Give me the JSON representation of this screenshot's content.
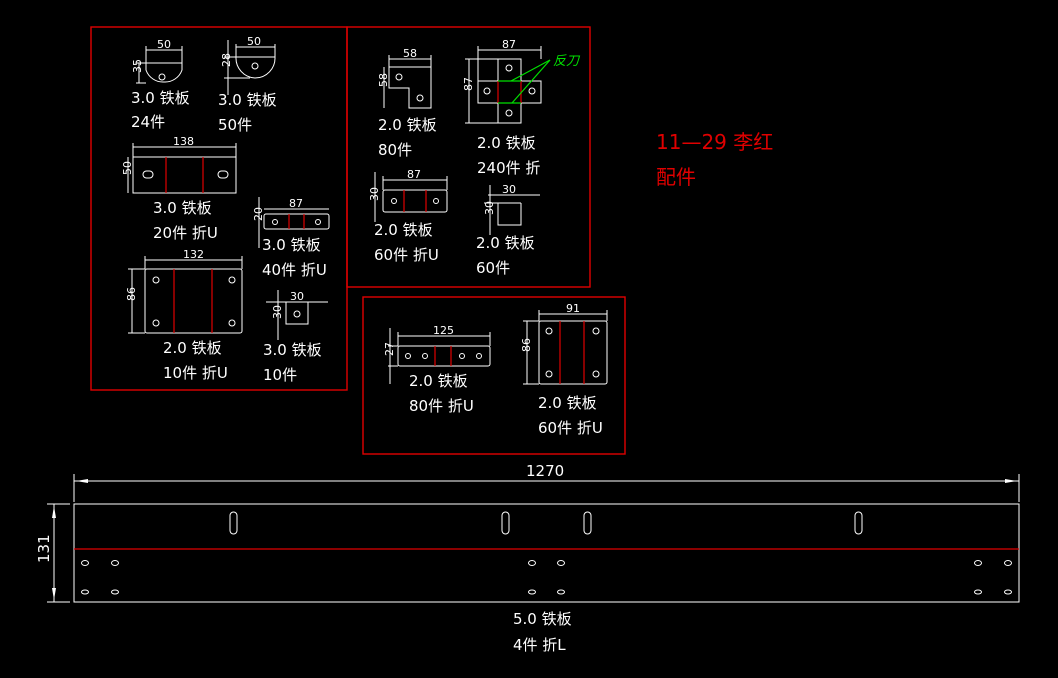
{
  "colors": {
    "background": "#000000",
    "outline": "#ffffff",
    "fold_line": "#e00000",
    "frame": "#e00000",
    "annotation": "#00e000"
  },
  "note": {
    "line1": "11—29  李红",
    "line2": "配件"
  },
  "parts": [
    {
      "id": "p1",
      "dims": {
        "w": "50",
        "h": "35"
      },
      "spec": "3.0 铁板",
      "qty": "24件"
    },
    {
      "id": "p2",
      "dims": {
        "w": "50",
        "h": "28"
      },
      "spec": "3.0 铁板",
      "qty": "50件"
    },
    {
      "id": "p3",
      "dims": {
        "w": "138",
        "h": "50"
      },
      "spec": "3.0 铁板",
      "qty": "20件 折U"
    },
    {
      "id": "p4",
      "dims": {
        "w": "87",
        "h": "20"
      },
      "spec": "3.0 铁板",
      "qty": "40件 折U"
    },
    {
      "id": "p5",
      "dims": {
        "w": "132",
        "h": "86"
      },
      "spec": "2.0 铁板",
      "qty": "10件 折U"
    },
    {
      "id": "p6",
      "dims": {
        "w": "30",
        "h": "30"
      },
      "spec": "3.0 铁板",
      "qty": "10件"
    },
    {
      "id": "p7",
      "dims": {
        "w": "58",
        "h": "58"
      },
      "spec": "2.0 铁板",
      "qty": "80件"
    },
    {
      "id": "p8",
      "dims": {
        "w": "87",
        "h": "87"
      },
      "spec": "2.0 铁板",
      "qty": "240件 折",
      "annotation": "反刀"
    },
    {
      "id": "p9",
      "dims": {
        "w": "87",
        "h": "30"
      },
      "spec": "2.0 铁板",
      "qty": "60件 折U"
    },
    {
      "id": "p10",
      "dims": {
        "w": "30",
        "h": "30"
      },
      "spec": "2.0 铁板",
      "qty": "60件"
    },
    {
      "id": "p11",
      "dims": {
        "w": "125",
        "h": "27"
      },
      "spec": "2.0 铁板",
      "qty": "80件 折U"
    },
    {
      "id": "p12",
      "dims": {
        "w": "91",
        "h": "86"
      },
      "spec": "2.0 铁板",
      "qty": "60件 折U"
    },
    {
      "id": "p13",
      "dims": {
        "w": "1270",
        "h": "131"
      },
      "spec": "5.0 铁板",
      "qty": "4件 折L"
    }
  ]
}
